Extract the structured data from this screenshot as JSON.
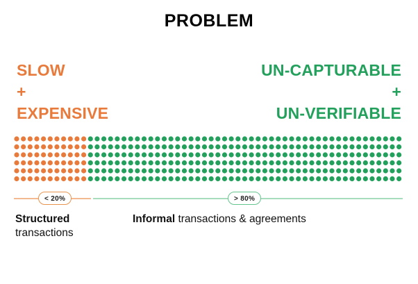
{
  "title": "PROBLEM",
  "colors": {
    "orange": "#E87B3C",
    "green": "#22A05C",
    "orange_light": "#F3B990",
    "green_light": "#A7DCBC",
    "orange_border": "#E8944F",
    "green_border": "#64C58D",
    "text": "#111111"
  },
  "headline_left": {
    "line1": "SLOW",
    "line2": "+",
    "line3": "EXPENSIVE"
  },
  "headline_right": {
    "line1": "UN-CAPTURABLE",
    "line2": "+",
    "line3": "UN-VERIFIABLE"
  },
  "chart_data": {
    "type": "bar",
    "title": "PROBLEM",
    "subtype": "pictogram-dot-matrix",
    "categories": [
      "Structured transactions",
      "Informal transactions & agreements"
    ],
    "values": [
      20,
      80
    ],
    "value_labels": [
      "< 20%",
      "> 80%"
    ],
    "series_colors": [
      "#E87B3C",
      "#22A05C"
    ],
    "grid_rows": 6,
    "grid_columns": 58,
    "orange_columns": 11,
    "green_columns": 47,
    "total_dots": 348,
    "orange_dots": 66,
    "green_dots": 282,
    "xlabel": "",
    "ylabel": "",
    "grid": false,
    "legend": "none"
  },
  "scale": {
    "left_badge": "< 20%",
    "right_badge": "> 80%"
  },
  "caption_left": {
    "bold": "Structured",
    "rest": "transactions"
  },
  "caption_right": {
    "bold": "Informal",
    "rest": " transactions & agreements"
  }
}
